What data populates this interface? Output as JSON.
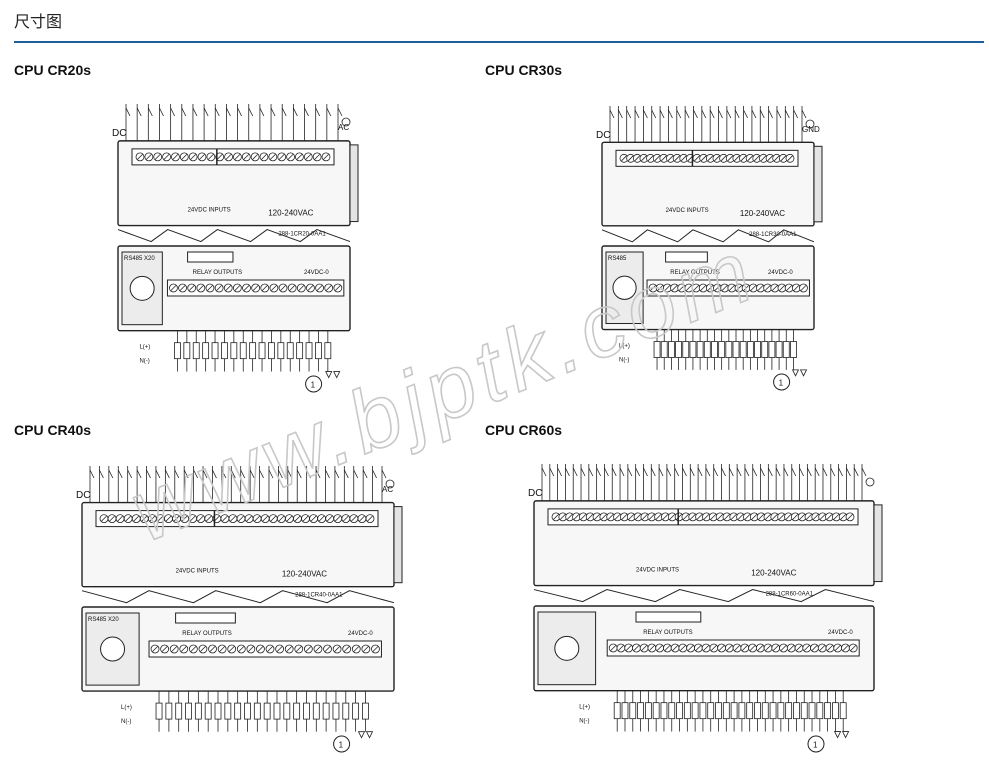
{
  "page": {
    "section_title": "尺寸图",
    "accent_color": "#1f5f99"
  },
  "diagrams": [
    {
      "caption": "CPU CR20s",
      "top_block": {
        "left_label": "DC",
        "right_label": "AC",
        "bottom_left": "24VDC INPUTS",
        "bottom_right": "120-240VAC",
        "model": "288-1CR20-0AA1"
      },
      "bottom_block": {
        "port_label": "RS485 X20",
        "relay_label": "RELAY OUTPUTS",
        "power_label": "24VDC-0",
        "line_plus": "L(+)",
        "line_minus": "N(-)",
        "callout": "1"
      }
    },
    {
      "caption": "CPU CR30s",
      "top_block": {
        "left_label": "DC",
        "right_label": "GND",
        "bottom_left": "24VDC INPUTS",
        "bottom_right": "120-240VAC",
        "model": "288-1CR30-0AA1"
      },
      "bottom_block": {
        "port_label": "RS485",
        "relay_label": "RELAY OUTPUTS",
        "power_label": "24VDC-0",
        "line_plus": "L(+)",
        "line_minus": "N(-)",
        "callout": "1"
      }
    },
    {
      "caption": "CPU CR40s",
      "top_block": {
        "left_label": "DC",
        "right_label": "AC",
        "bottom_left": "24VDC INPUTS",
        "bottom_right": "120-240VAC",
        "model": "288-1CR40-0AA1"
      },
      "bottom_block": {
        "port_label": "RS485 X20",
        "relay_label": "RELAY OUTPUTS",
        "power_label": "24VDC-0",
        "line_plus": "L(+)",
        "line_minus": "N(-)",
        "callout": "1"
      }
    },
    {
      "caption": "CPU CR60s",
      "top_block": {
        "left_label": "DC",
        "right_label": "",
        "bottom_left": "24VDC INPUTS",
        "bottom_right": "120-240VAC",
        "model": "288-1CR60-0AA1"
      },
      "bottom_block": {
        "port_label": "",
        "relay_label": "RELAY OUTPUTS",
        "power_label": "24VDC-0",
        "line_plus": "L(+)",
        "line_minus": "N(-)",
        "callout": "1"
      }
    }
  ],
  "watermark": {
    "text": "www.bjptk.com"
  }
}
